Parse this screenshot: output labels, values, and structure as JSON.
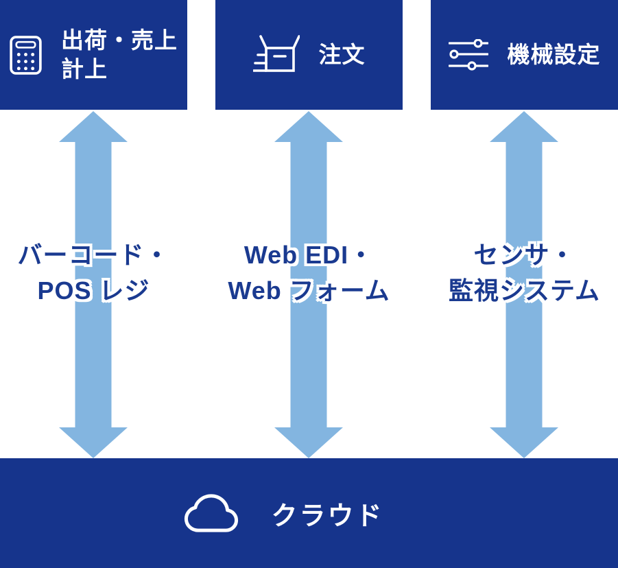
{
  "colors": {
    "navy": "#16348C",
    "arrow_blue": "#83B5E0",
    "label_blue": "#1A3A90",
    "white": "#FFFFFF"
  },
  "top_boxes": [
    {
      "icon": "calculator-icon",
      "line1": "出荷・売上",
      "line2": "計上"
    },
    {
      "icon": "shipping-box-icon",
      "line1": "注文",
      "line2": ""
    },
    {
      "icon": "sliders-icon",
      "line1": "機械設定",
      "line2": ""
    }
  ],
  "channels": [
    {
      "icon": "double-arrow-icon",
      "line1": "バーコード・",
      "line2": "POS レジ"
    },
    {
      "icon": "double-arrow-icon",
      "line1": "Web EDI・",
      "line2": "Web フォーム"
    },
    {
      "icon": "double-arrow-icon",
      "line1": "センサ・",
      "line2": "監視システム"
    }
  ],
  "bottom_bar": {
    "icon": "cloud-icon",
    "label": "クラウド"
  }
}
